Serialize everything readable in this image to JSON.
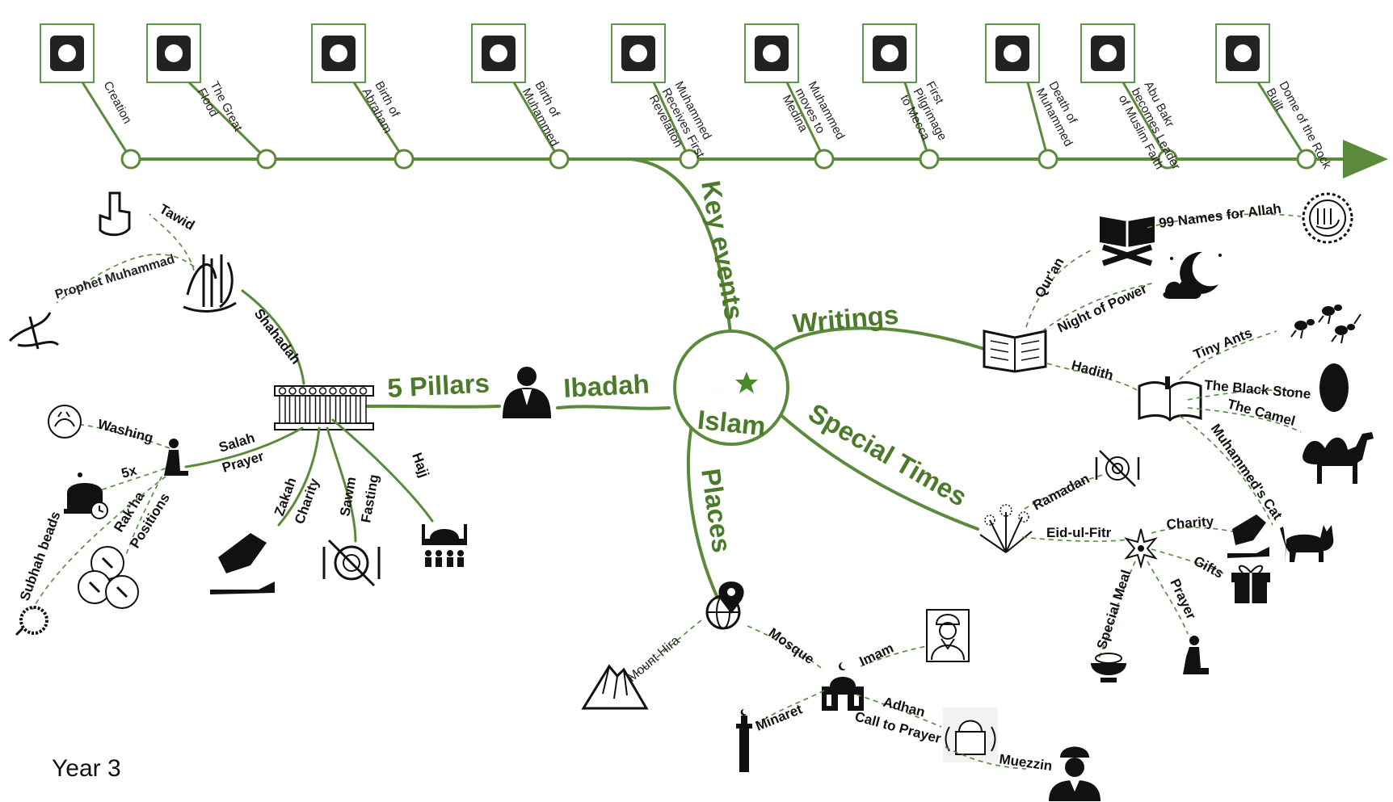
{
  "center": {
    "line1": "Islam"
  },
  "timeline": [
    {
      "label": [
        "Creation"
      ],
      "icon": "globe-hands-icon"
    },
    {
      "label": [
        "The Great",
        "Flood"
      ],
      "icon": "ark-icon"
    },
    {
      "label": [
        "Birth of",
        "Abraham"
      ],
      "icon": "abraham-icon"
    },
    {
      "label": [
        "Birth of",
        "Muhammed"
      ],
      "icon": "calligraphy-icon"
    },
    {
      "label": [
        "Muhammed",
        "Receives First",
        "Revelation"
      ],
      "icon": "angel-icon"
    },
    {
      "label": [
        "Muhammed",
        "moves to",
        "Medina"
      ],
      "icon": "mosque-city-icon"
    },
    {
      "label": [
        "First",
        "Pilgrimage",
        "to Mecca"
      ],
      "icon": "kaaba-icon"
    },
    {
      "label": [
        "Death of",
        "Muhammed"
      ],
      "icon": "tomb-icon"
    },
    {
      "label": [
        "Abu Bakr",
        "becomes Leader",
        "of Muslim Faith"
      ],
      "icon": "ali-calligraphy-icon"
    },
    {
      "label": [
        "Dome of the Rock",
        "Built"
      ],
      "icon": "dome-rock-icon"
    }
  ],
  "branches": {
    "key_events": "Key events",
    "writings": "Writings",
    "special_times": "Special Times",
    "places": "Places",
    "ibadah": "Ibadah",
    "pillars": "5 Pillars"
  },
  "pillars": {
    "shahadah": "Shahadah",
    "tawid": "Tawid",
    "prophet": "Prophet Muhammad",
    "salah": "Salah",
    "prayer": "Prayer",
    "washing": "Washing",
    "five_x": "5x",
    "rakha": "Rak'ha",
    "positions": "Positions",
    "subhah": "Subhah beads",
    "zakah": "Zakah",
    "charity": "Charity",
    "sawm": "Sawm",
    "fasting": "Fasting",
    "hajj": "Hajj"
  },
  "writings": {
    "quran": "Qur'an",
    "names": "99 Names for Allah",
    "night": "Night of Power",
    "hadith": "Hadith",
    "ants": "Tiny Ants",
    "stone": "The Black Stone",
    "camel": "The Camel",
    "cat": "Muhammed's Cat"
  },
  "special": {
    "ramadan": "Ramadan",
    "eid": "Eid-ul-Fitr",
    "charity": "Charity",
    "gifts": "Gifts",
    "meal": "Special Meal",
    "prayer": "Prayer"
  },
  "places": {
    "mount": "Mount Hira",
    "mosque": "Mosque",
    "imam": "Imam",
    "minaret": "Minaret",
    "adhan": "Adhan",
    "call": "Call to Prayer",
    "muezzin": "Muezzin"
  },
  "footer": "Year 3",
  "colors": {
    "green": "#5b8a3a",
    "dark": "#111111"
  }
}
